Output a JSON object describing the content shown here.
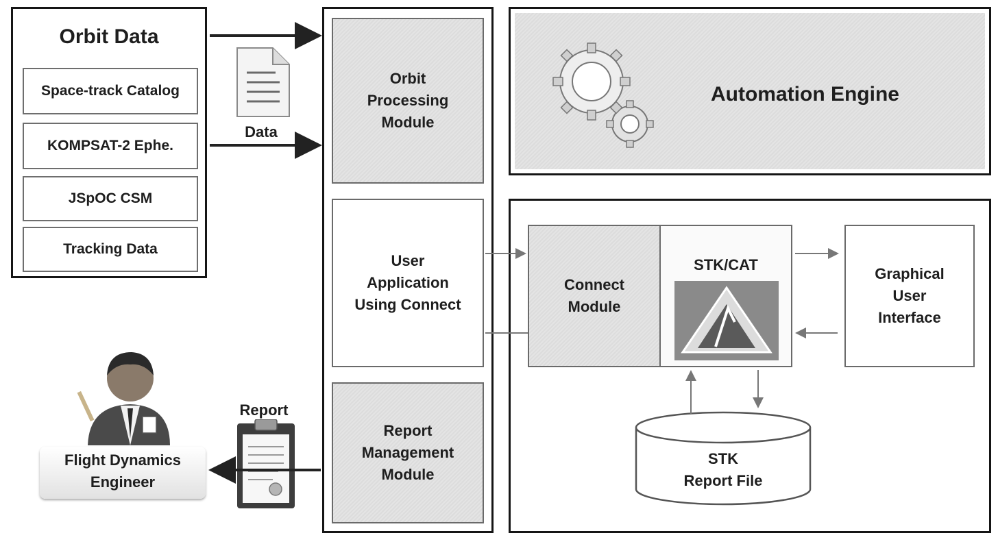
{
  "orbit_data": {
    "title": "Orbit Data",
    "items": [
      "Space-track Catalog",
      "KOMPSAT-2 Ephe.",
      "JSpOC CSM",
      "Tracking Data"
    ]
  },
  "data_doc_label": "Data",
  "modules": {
    "orbit_processing": "Orbit\nProcessing\nModule",
    "user_application": "User\nApplication\nUsing Connect",
    "report_management": "Report\nManagement\nModule"
  },
  "automation_engine": "Automation Engine",
  "connect_module": "Connect\nModule",
  "stk_cat": "STK/CAT",
  "gui": "Graphical\nUser\nInterface",
  "stk_report_file": "STK\nReport File",
  "report_label": "Report",
  "engineer_label": "Flight Dynamics\nEngineer",
  "icons": [
    "gear-icon",
    "document-icon",
    "stk-logo-icon",
    "clipboard-report-icon",
    "engineer-person-icon",
    "database-cylinder-icon"
  ],
  "colors": {
    "line": "#151515",
    "box_border": "#6a6a6a",
    "shade": "#e0e0e0"
  }
}
